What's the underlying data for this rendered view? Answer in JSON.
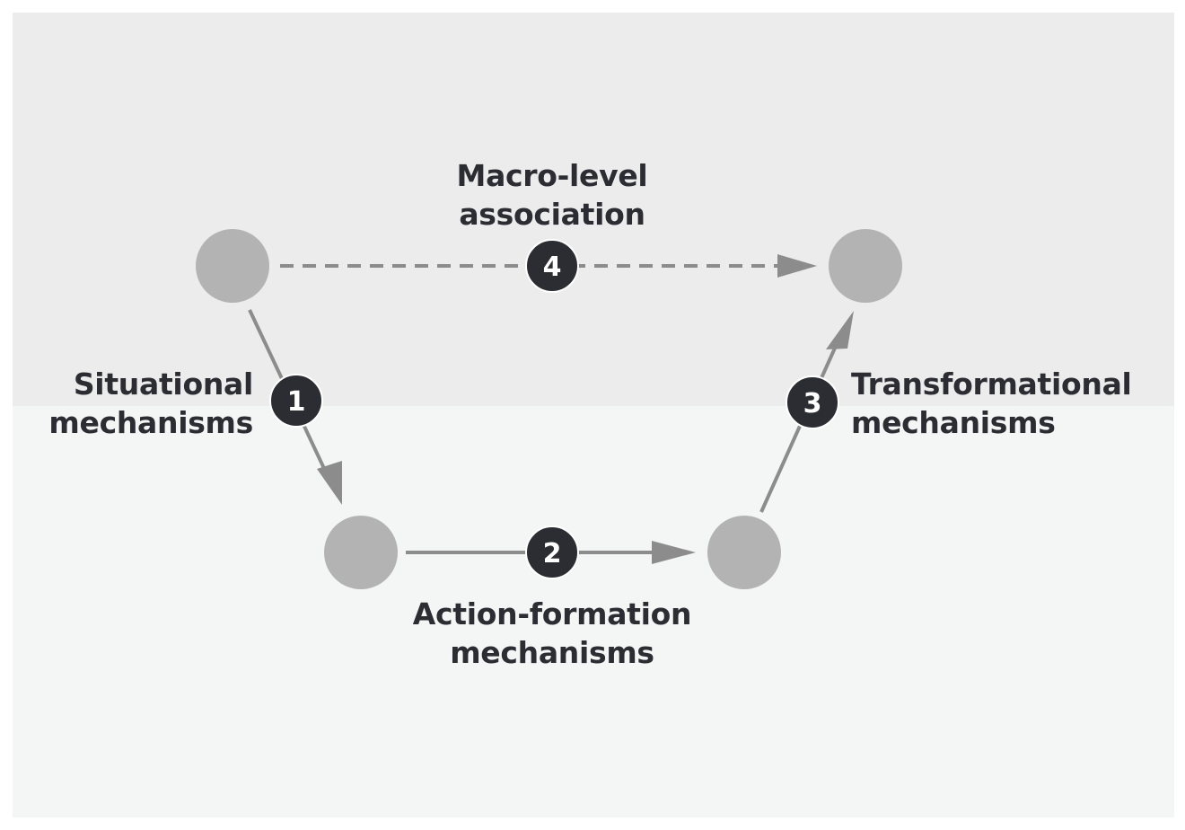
{
  "colors": {
    "macro_background": "#ececec",
    "micro_background": "#f4f5f5",
    "node": "#b3b3b3",
    "arrow": "#8c8c8c",
    "badge": "#2c2c33",
    "text": "#2c2c33"
  },
  "labels": {
    "macro": [
      "Macro-level",
      "association"
    ],
    "situational": [
      "Situational",
      "mechanisms"
    ],
    "action": [
      "Action-formation",
      "mechanisms"
    ],
    "transformational": [
      "Transformational",
      "mechanisms"
    ]
  },
  "badges": {
    "situational": "1",
    "action": "2",
    "transformational": "3",
    "macro": "4"
  },
  "edges": [
    {
      "from": "macro-left-node",
      "to": "micro-left-node",
      "badge": "1",
      "style": "solid"
    },
    {
      "from": "micro-left-node",
      "to": "micro-right-node",
      "badge": "2",
      "style": "solid"
    },
    {
      "from": "micro-right-node",
      "to": "macro-right-node",
      "badge": "3",
      "style": "solid"
    },
    {
      "from": "macro-left-node",
      "to": "macro-right-node",
      "badge": "4",
      "style": "dashed"
    }
  ]
}
